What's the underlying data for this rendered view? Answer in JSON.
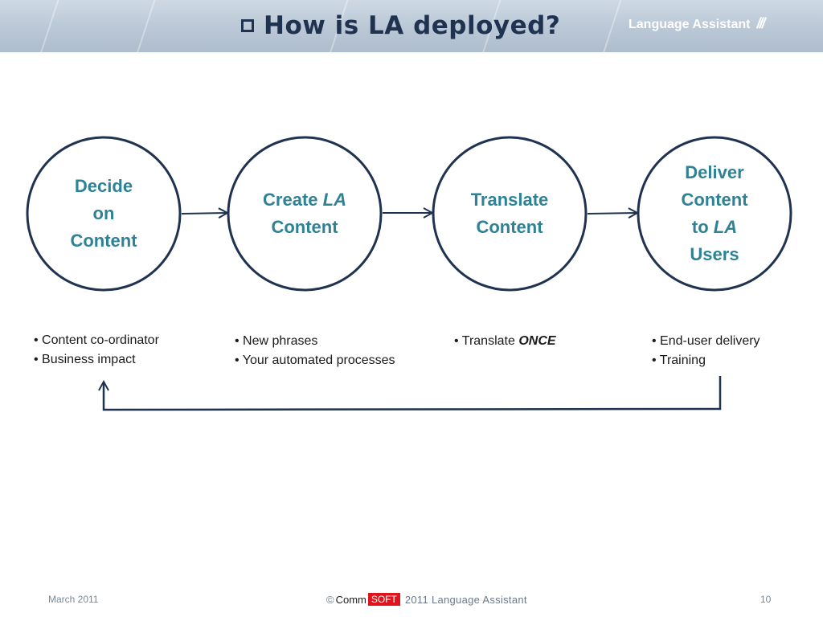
{
  "slide": {
    "title": "How is LA deployed?",
    "brand": "Language Assistant",
    "brand_mark": "///"
  },
  "colors": {
    "stage_text": "#2e8296",
    "outline": "#1f3350",
    "header": "#bccad8",
    "soft_badge": "#e0141c"
  },
  "stages": [
    {
      "lines": [
        [
          "Decide"
        ],
        [
          "on"
        ],
        [
          "Content"
        ]
      ]
    },
    {
      "lines": [
        [
          "Create ",
          "LA"
        ],
        [
          "Content"
        ]
      ]
    },
    {
      "lines": [
        [
          "Translate"
        ],
        [
          "Content"
        ]
      ]
    },
    {
      "lines": [
        [
          "Deliver"
        ],
        [
          "Content"
        ],
        [
          "to ",
          "LA"
        ],
        [
          "Users"
        ]
      ]
    }
  ],
  "bullets": [
    [
      "Content co-ordinator",
      "Business impact"
    ],
    [
      "New phrases",
      "Your automated processes"
    ],
    [
      "Translate |ONCE"
    ],
    [
      "End-user delivery",
      "Training"
    ]
  ],
  "footer": {
    "date": "March 2011",
    "copyright_symbol": "©",
    "comm": "Comm",
    "soft": "SOFT",
    "rest": "2011  Language Assistant",
    "page": "10"
  }
}
